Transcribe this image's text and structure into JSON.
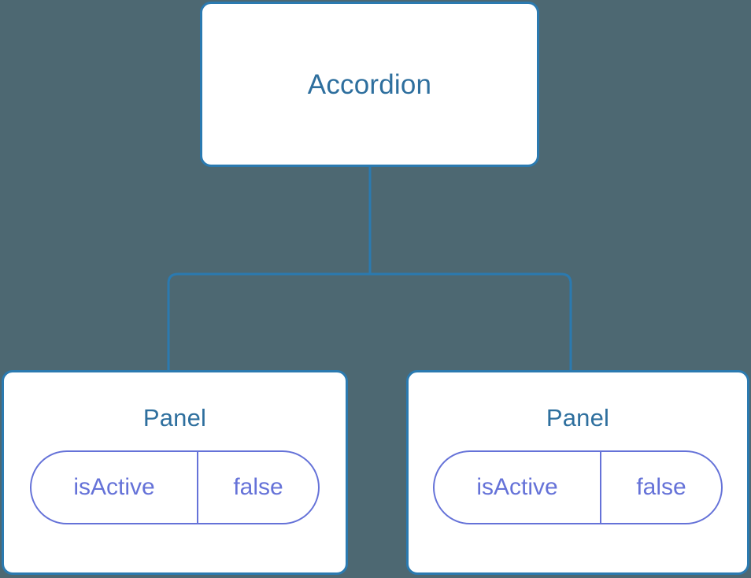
{
  "diagram": {
    "type": "component-tree",
    "background_color": "#4d6872",
    "node_border_color": "#2b7ab0",
    "node_title_color": "#2e6f9e",
    "prop_accent_color": "#6572d8",
    "connector_color": "#2b7ab0"
  },
  "root": {
    "title": "Accordion"
  },
  "children": [
    {
      "title": "Panel",
      "prop": {
        "key": "isActive",
        "value": "false"
      }
    },
    {
      "title": "Panel",
      "prop": {
        "key": "isActive",
        "value": "false"
      }
    }
  ]
}
